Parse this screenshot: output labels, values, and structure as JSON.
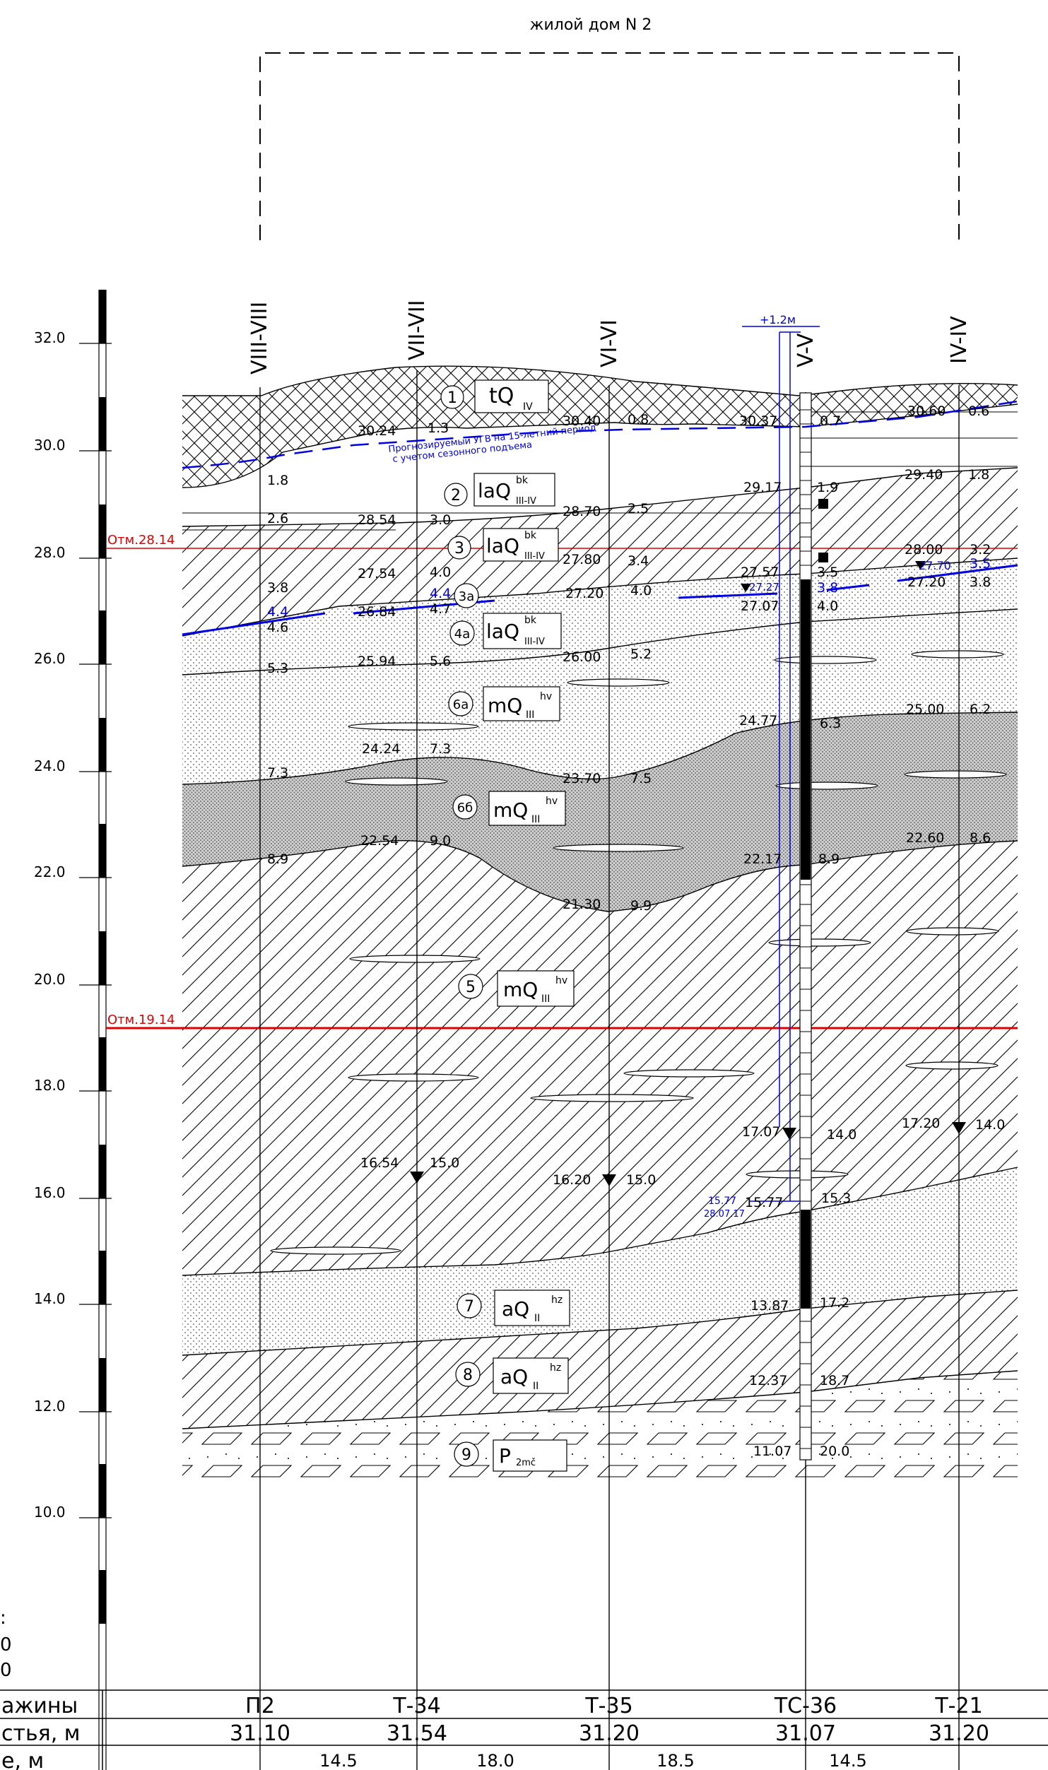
{
  "title": "жилой дом N 2",
  "scale": {
    "ticks": [
      "32.0",
      "30.0",
      "28.0",
      "26.0",
      "24.0",
      "22.0",
      "20.0",
      "18.0",
      "16.0",
      "14.0",
      "12.0",
      "10.0"
    ]
  },
  "marks": {
    "upper": "Отм.28.14",
    "lower": "Отм.19.14"
  },
  "sections": [
    {
      "label": "VIII-VIII"
    },
    {
      "label": "VII-VII"
    },
    {
      "label": "VI-VI"
    },
    {
      "label": "V-V"
    },
    {
      "label": "IV-IV"
    }
  ],
  "layers": [
    {
      "num": "1",
      "index": "tQ",
      "sub": "IV",
      "sup": ""
    },
    {
      "num": "2",
      "index": "laQ",
      "sub": "III-IV",
      "sup": "bk"
    },
    {
      "num": "3",
      "index": "laQ",
      "sub": "III-IV",
      "sup": "bk"
    },
    {
      "num": "3а",
      "index": "",
      "sub": "",
      "sup": ""
    },
    {
      "num": "4а",
      "index": "laQ",
      "sub": "III-IV",
      "sup": "bk"
    },
    {
      "num": "6а",
      "index": "mQ",
      "sub": "III",
      "sup": "hv"
    },
    {
      "num": "6б",
      "index": "mQ",
      "sub": "III",
      "sup": "hv"
    },
    {
      "num": "5",
      "index": "mQ",
      "sub": "III",
      "sup": "hv"
    },
    {
      "num": "7",
      "index": "aQ",
      "sub": "II",
      "sup": "hz"
    },
    {
      "num": "8",
      "index": "aQ",
      "sub": "II",
      "sup": "hz"
    },
    {
      "num": "9",
      "index": "P",
      "sub": "2mč",
      "sup": ""
    }
  ],
  "annotations": {
    "gw_forecast": "Прогнозируемый УГВ на 15-летний период",
    "gw_forecast2": "с учетом сезонного подъема",
    "plus": "+1.2м",
    "date": "28.07.17",
    "gw1": "15.77"
  },
  "labels": {
    "p2": [
      "30.24",
      "1.3",
      "1.8",
      "2.6",
      "3.8",
      "4.4",
      "4.6",
      "5.3",
      "7.3",
      "8.9"
    ],
    "t34": [
      "28.54",
      "3.0",
      "27.54",
      "4.0",
      "4.4",
      "26.84",
      "4.7",
      "25.94",
      "5.6",
      "24.24",
      "7.3",
      "22.54",
      "9.0",
      "16.54",
      "15.0"
    ],
    "t35": [
      "30.40",
      "0.8",
      "28.70",
      "2.5",
      "27.80",
      "3.4",
      "27.20",
      "4.0",
      "26.00",
      "5.2",
      "23.70",
      "7.5",
      "21.30",
      "9.9",
      "16.20",
      "15.0"
    ],
    "tc36": [
      "30.37",
      "0.7",
      "29.17",
      "1.9",
      "27.57",
      "3.5",
      "27.27",
      "3.8",
      "27.07",
      "4.0",
      "24.77",
      "6.3",
      "22.17",
      "8.9",
      "17.07",
      "14.0",
      "15.77",
      "15.3",
      "13.87",
      "17.2",
      "12.37",
      "18.7",
      "11.07",
      "20.0"
    ],
    "t21": [
      "30.60",
      "0.6",
      "29.40",
      "1.8",
      "28.00",
      "3.2",
      "27.70",
      "3.5",
      "27.20",
      "3.8",
      "25.00",
      "6.2",
      "22.60",
      "8.6",
      "17.20",
      "14.0"
    ]
  },
  "table": {
    "rows": [
      {
        "label": "ажины",
        "cells": [
          "П2",
          "Т-34",
          "Т-35",
          "ТС-36",
          "Т-21"
        ]
      },
      {
        "label": "стья, м",
        "cells": [
          "31.10",
          "31.54",
          "31.20",
          "31.07",
          "31.20"
        ]
      },
      {
        "label": "е, м",
        "cells": [
          "14.5",
          "18.0",
          "18.5",
          "14.5"
        ]
      }
    ]
  },
  "margin_text": [
    ":",
    "0",
    "0"
  ],
  "colors": {
    "line": "#000000",
    "red": "#e00000",
    "blue": "#0000e0",
    "fill_dots": "#b8b8b8"
  }
}
